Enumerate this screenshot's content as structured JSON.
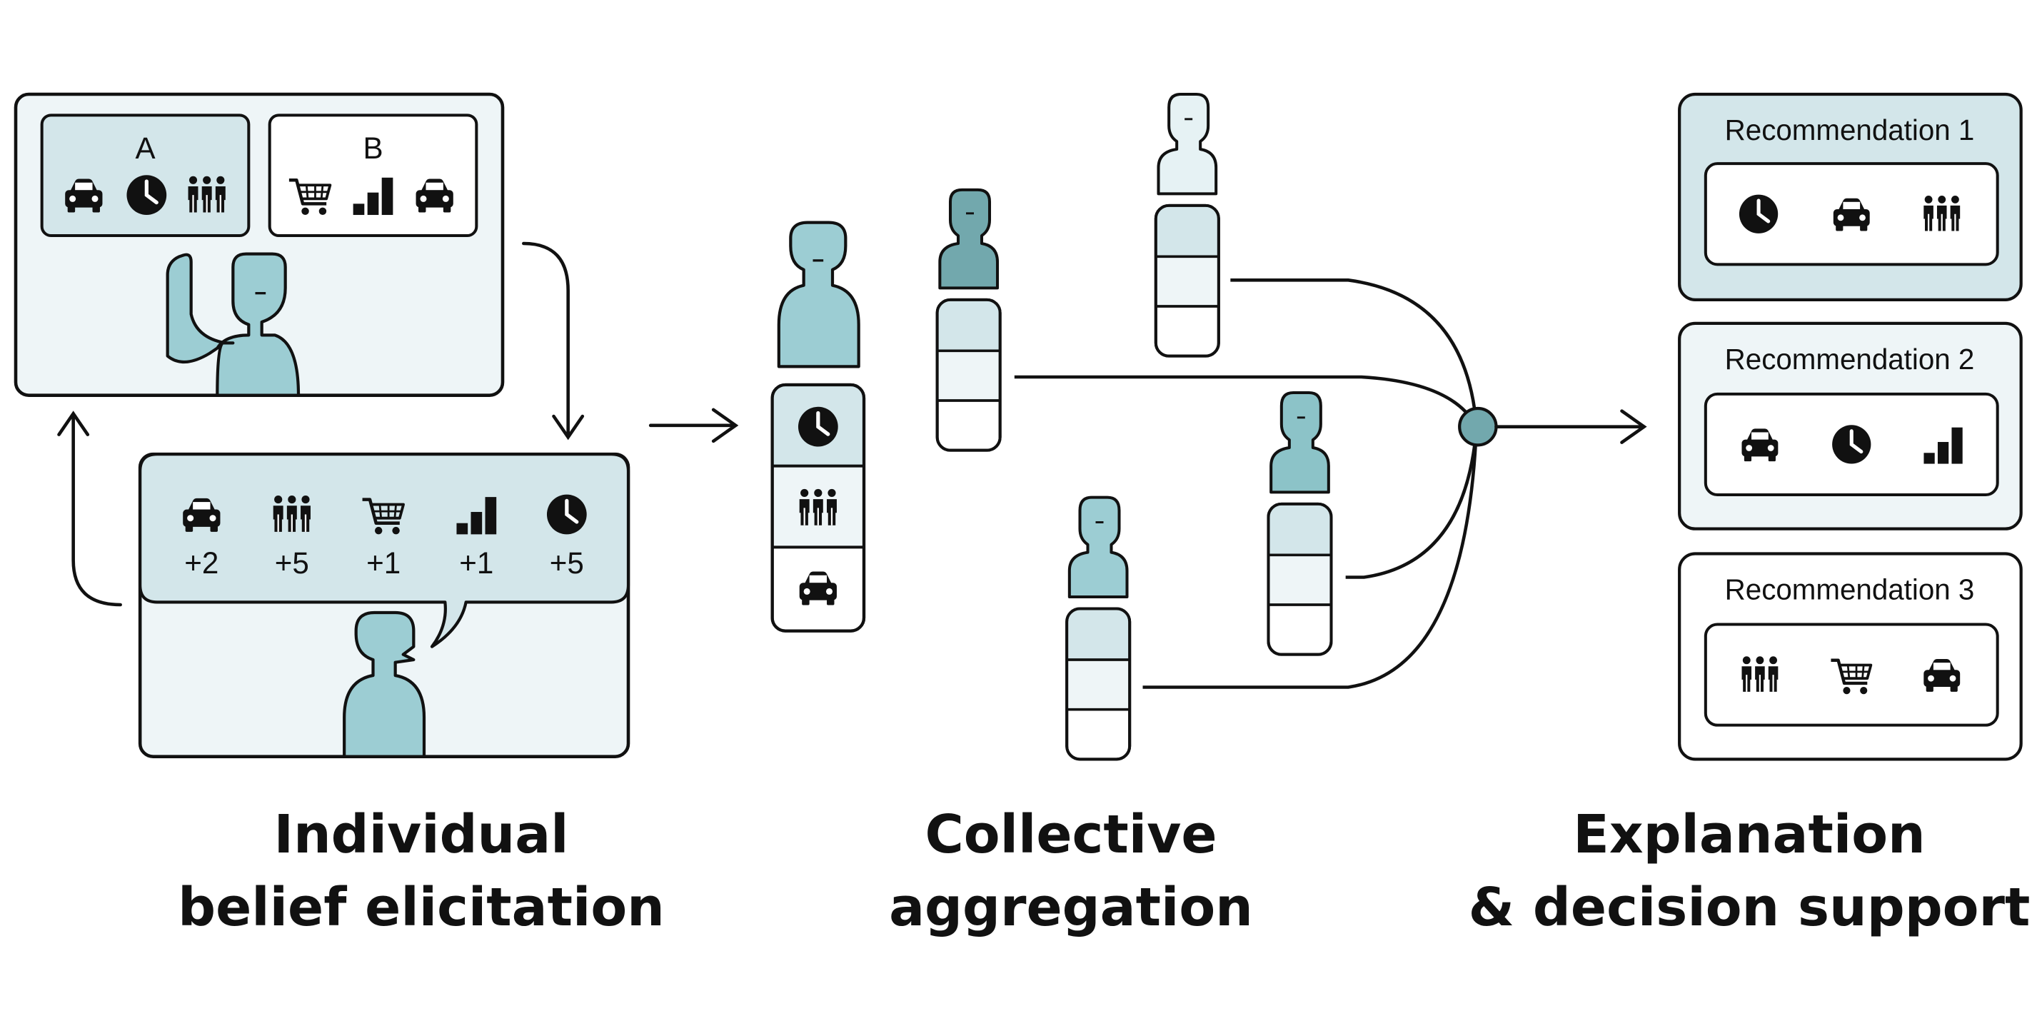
{
  "colors": {
    "outline": "#111111",
    "panel_light": "#eef5f7",
    "panel_mid": "#d3e6ea",
    "person_teal": "#9ccdd3",
    "person_dark": "#72a8ad",
    "person_pale": "#e6f2f4",
    "node": "#72a8ad",
    "icon": "#111111"
  },
  "elicitation": {
    "option_a": {
      "label": "A",
      "icons": [
        "car-icon",
        "clock-icon",
        "people-icon"
      ]
    },
    "option_b": {
      "label": "B",
      "icons": [
        "cart-icon",
        "bars-icon",
        "car-icon"
      ]
    },
    "scores": [
      {
        "icon": "car-icon",
        "value": "+2"
      },
      {
        "icon": "people-icon",
        "value": "+5"
      },
      {
        "icon": "cart-icon",
        "value": "+1"
      },
      {
        "icon": "bars-icon",
        "value": "+1"
      },
      {
        "icon": "clock-icon",
        "value": "+5"
      }
    ]
  },
  "aggregation": {
    "ranking": [
      "clock-icon",
      "people-icon",
      "car-icon"
    ]
  },
  "recommendations": [
    {
      "label": "Recommendation 1",
      "icons": [
        "clock-icon",
        "car-icon",
        "people-icon"
      ],
      "highlighted": true
    },
    {
      "label": "Recommendation 2",
      "icons": [
        "car-icon",
        "clock-icon",
        "bars-icon"
      ],
      "highlighted": false
    },
    {
      "label": "Recommendation 3",
      "icons": [
        "people-icon",
        "cart-icon",
        "car-icon"
      ],
      "highlighted": false
    }
  ],
  "captions": {
    "elicitation": [
      "Individual",
      "belief elicitation"
    ],
    "aggregation": [
      "Collective",
      "aggregation"
    ],
    "explanation": [
      "Explanation",
      "& decision support"
    ]
  }
}
